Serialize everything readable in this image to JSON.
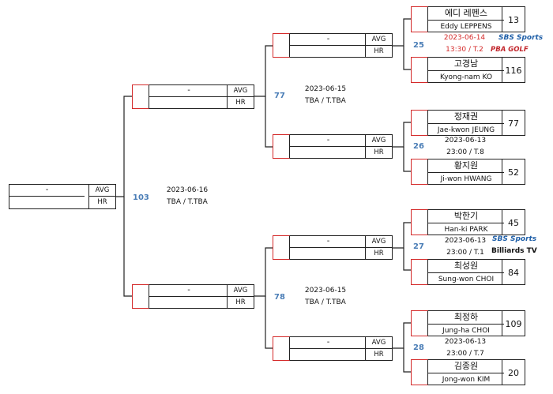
{
  "final": {
    "name": "-",
    "avg_label": "AVG",
    "hr_label": "HR",
    "match_no": "103",
    "date": "2023-06-16",
    "time": "TBA / T.TBA"
  },
  "semis": [
    {
      "name": "-",
      "avg_label": "AVG",
      "hr_label": "HR"
    },
    {
      "name": "-",
      "avg_label": "AVG",
      "hr_label": "HR"
    }
  ],
  "semi_matches": [
    {
      "match_no": "77",
      "date": "2023-06-15",
      "time": "TBA / T.TBA"
    },
    {
      "match_no": "78",
      "date": "2023-06-15",
      "time": "TBA / T.TBA"
    }
  ],
  "quarters": [
    {
      "name": "-",
      "avg_label": "AVG",
      "hr_label": "HR"
    },
    {
      "name": "-",
      "avg_label": "AVG",
      "hr_label": "HR"
    },
    {
      "name": "-",
      "avg_label": "AVG",
      "hr_label": "HR"
    },
    {
      "name": "-",
      "avg_label": "AVG",
      "hr_label": "HR"
    }
  ],
  "first_round": [
    {
      "match_no": "25",
      "date": "2023-06-14",
      "time": "13:30 / T.2",
      "date_color": "#d42a2a",
      "broadcast": [
        "SBS Sports",
        "PBA GOLF"
      ],
      "players": [
        {
          "kor": "에디 레펜스",
          "eng": "Eddy LEPPENS",
          "score": "13"
        },
        {
          "kor": "고경남",
          "eng": "Kyong-nam KO",
          "score": "116"
        }
      ]
    },
    {
      "match_no": "26",
      "date": "2023-06-13",
      "time": "23:00 / T.8",
      "date_color": "#111111",
      "broadcast": [],
      "players": [
        {
          "kor": "정재권",
          "eng": "Jae-kwon JEUNG",
          "score": "77"
        },
        {
          "kor": "황지원",
          "eng": "Ji-won HWANG",
          "score": "52"
        }
      ]
    },
    {
      "match_no": "27",
      "date": "2023-06-13",
      "time": "23:00 / T.1",
      "date_color": "#111111",
      "broadcast": [
        "SBS Sports",
        "Billiards TV"
      ],
      "players": [
        {
          "kor": "박한기",
          "eng": "Han-ki PARK",
          "score": "45"
        },
        {
          "kor": "최성원",
          "eng": "Sung-won CHOI",
          "score": "84"
        }
      ]
    },
    {
      "match_no": "28",
      "date": "2023-06-13",
      "time": "23:00 / T.7",
      "date_color": "#111111",
      "broadcast": [],
      "players": [
        {
          "kor": "최정하",
          "eng": "Jung-ha CHOI",
          "score": "109"
        },
        {
          "kor": "김종원",
          "eng": "Jong-won KIM",
          "score": "20"
        }
      ]
    }
  ],
  "colors": {
    "accent_red": "#d42a2a",
    "match_number_blue": "#4a7db6",
    "line": "#222222"
  }
}
